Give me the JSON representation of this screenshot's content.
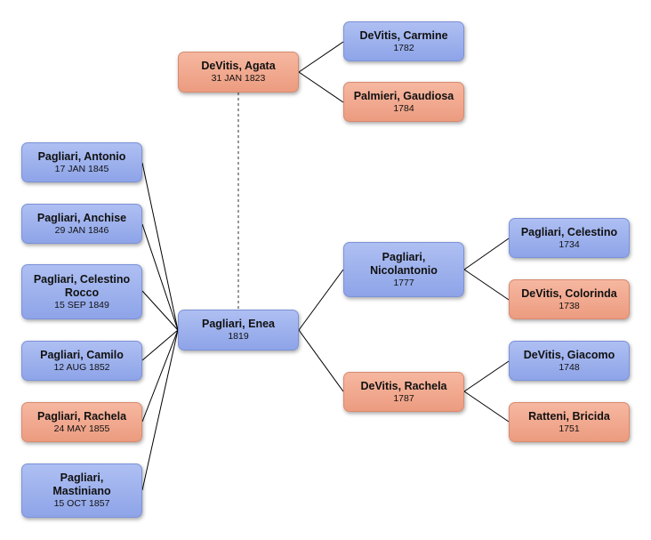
{
  "colors": {
    "male": "#9eb2ee",
    "female": "#f2aa8f",
    "connector": "#000000"
  },
  "people": {
    "enea": {
      "name": "Pagliari, Enea",
      "date": "1819",
      "sex": "male"
    },
    "agata": {
      "name": "DeVitis, Agata",
      "date": "31 JAN 1823",
      "sex": "female"
    },
    "carmine": {
      "name": "DeVitis, Carmine",
      "date": "1782",
      "sex": "male"
    },
    "gaudiosa": {
      "name": "Palmieri, Gaudiosa",
      "date": "1784",
      "sex": "female"
    },
    "nicolantonio": {
      "name": "Pagliari, Nicolantonio",
      "date": "1777",
      "sex": "male"
    },
    "rachela_mother": {
      "name": "DeVitis, Rachela",
      "date": "1787",
      "sex": "female"
    },
    "celestino_gf": {
      "name": "Pagliari, Celestino",
      "date": "1734",
      "sex": "male"
    },
    "colorinda": {
      "name": "DeVitis, Colorinda",
      "date": "1738",
      "sex": "female"
    },
    "giacomo": {
      "name": "DeVitis, Giacomo",
      "date": "1748",
      "sex": "male"
    },
    "bricida": {
      "name": "Ratteni, Bricida",
      "date": "1751",
      "sex": "female"
    },
    "antonio": {
      "name": "Pagliari, Antonio",
      "date": "17 JAN 1845",
      "sex": "male"
    },
    "anchise": {
      "name": "Pagliari, Anchise",
      "date": "29 JAN 1846",
      "sex": "male"
    },
    "celestino_rocco": {
      "name": "Pagliari, Celestino Rocco",
      "date": "15 SEP 1849",
      "sex": "male"
    },
    "camilo": {
      "name": "Pagliari, Camilo",
      "date": "12 AUG 1852",
      "sex": "male"
    },
    "rachela_child": {
      "name": "Pagliari, Rachela",
      "date": "24 MAY 1855",
      "sex": "female"
    },
    "mastiniano": {
      "name": "Pagliari, Mastiniano",
      "date": "15 OCT 1857",
      "sex": "male"
    }
  },
  "children_order": [
    "antonio",
    "anchise",
    "celestino_rocco",
    "camilo",
    "rachela_child",
    "mastiniano"
  ]
}
